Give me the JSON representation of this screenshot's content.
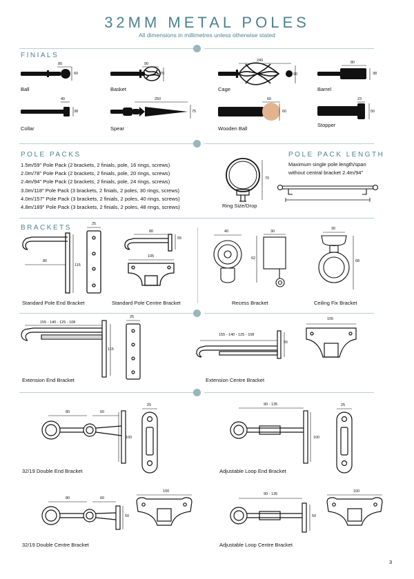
{
  "header": {
    "title": "32MM METAL POLES",
    "subtitle": "All dimensions in millimetres unless otherwise stated"
  },
  "finials": {
    "heading": "FINIALS",
    "items": [
      {
        "name": "Ball",
        "w": "80",
        "h": "60"
      },
      {
        "name": "Basket",
        "w": "90",
        "h": "70"
      },
      {
        "name": "Cage",
        "w": "240",
        "h": "90"
      },
      {
        "name": "Barrel",
        "w": "80",
        "h": "38"
      },
      {
        "name": "Collar",
        "w": "40",
        "h": "38"
      },
      {
        "name": "Spear",
        "w": "250",
        "h": "75"
      },
      {
        "name": "Wooden Ball",
        "w": "60",
        "h": "60"
      },
      {
        "name": "Stopper",
        "w": "23",
        "h": "50"
      }
    ]
  },
  "pole_packs": {
    "heading": "POLE PACKS",
    "items": [
      "1.5m/59\" Pole Pack (2 brackets, 2 finials, pole, 16 rings, screws)",
      "2.0m/78\" Pole Pack (2 brackets, 2 finials, pole, 20 rings, screws)",
      "2.4m/94\" Pole Pack (2 brackets, 2 finials, pole, 24 rings, screws)",
      "3.0m/118\" Pole Pack (3 brackets, 2 finials, 2 poles, 30 rings, screws)",
      "4.0m/157\" Pole Pack (3 brackets, 2 finials, 2 poles, 40 rings, screws)",
      "4.8m/189\" Pole Pack (3 brackets, 2 finials, 2 poles, 48 rings, screws)"
    ],
    "ring_label": "Ring Size/Drop",
    "ring_dim": "70"
  },
  "pole_pack_length": {
    "heading": "POLE PACK LENGTH",
    "line1": "Maximum single pole length/span",
    "line2": "without central bracket 2.4m/94\""
  },
  "brackets": {
    "heading": "BRACKETS",
    "standard_end": {
      "label": "Standard Pole End Bracket",
      "d1": "80",
      "d2": "115",
      "d3": "25"
    },
    "standard_centre": {
      "label": "Standard Pole Centre Bracket",
      "d1": "80",
      "d2": "55",
      "d3": "105"
    },
    "recess": {
      "label": "Recess Bracket",
      "d1": "40",
      "d2": "30",
      "d3": "62"
    },
    "ceiling": {
      "label": "Ceiling Fix Bracket",
      "d1": "30",
      "d2": "68"
    },
    "extension_end": {
      "label": "Extension End Bracket",
      "d1": "155 - 140 - 125 - 108",
      "d2": "115",
      "d3": "25"
    },
    "extension_centre": {
      "label": "Extension Centre Bracket",
      "d1": "155 - 140 - 125 - 108",
      "d2": "55",
      "d3": "105"
    },
    "double_end": {
      "label": "32/19 Double End Bracket",
      "d1": "80",
      "d2": "60",
      "d3": "100",
      "d4": "25"
    },
    "adjustable_end": {
      "label": "Adjustable Loop End Bracket",
      "d1": "90 - 135",
      "d2": "100",
      "d3": "25"
    },
    "double_centre": {
      "label": "32/19 Double Centre Bracket",
      "d1": "80",
      "d2": "60",
      "d3": "50",
      "d4": "100"
    },
    "adjustable_centre": {
      "label": "Adjustable Loop Centre Bracket",
      "d1": "90 - 135",
      "d2": "50",
      "d3": "100"
    }
  },
  "page_number": "3",
  "colors": {
    "accent": "#4c8290",
    "rule": "#b8cdd3",
    "dot": "#9ab6bd",
    "wood": "#e2b48d"
  }
}
